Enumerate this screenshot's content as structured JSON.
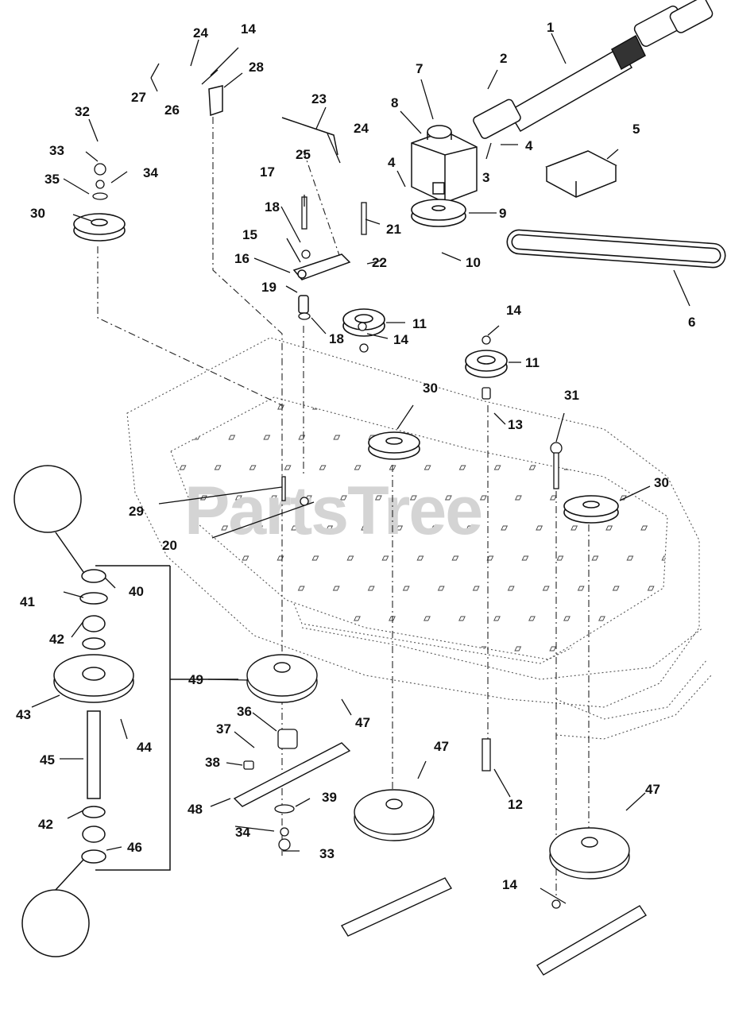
{
  "watermark": "PartsTree",
  "callouts": [
    {
      "id": "c1",
      "text": "1"
    },
    {
      "id": "c2",
      "text": "2"
    },
    {
      "id": "c3",
      "text": "3"
    },
    {
      "id": "c4a",
      "text": "4"
    },
    {
      "id": "c4b",
      "text": "4"
    },
    {
      "id": "c5",
      "text": "5"
    },
    {
      "id": "c6",
      "text": "6"
    },
    {
      "id": "c7",
      "text": "7"
    },
    {
      "id": "c8",
      "text": "8"
    },
    {
      "id": "c9",
      "text": "9"
    },
    {
      "id": "c10",
      "text": "10"
    },
    {
      "id": "c11a",
      "text": "11"
    },
    {
      "id": "c11b",
      "text": "11"
    },
    {
      "id": "c12",
      "text": "12"
    },
    {
      "id": "c13",
      "text": "13"
    },
    {
      "id": "c14a",
      "text": "14"
    },
    {
      "id": "c14b",
      "text": "14"
    },
    {
      "id": "c14c",
      "text": "14"
    },
    {
      "id": "c14d",
      "text": "14"
    },
    {
      "id": "c15",
      "text": "15"
    },
    {
      "id": "c16",
      "text": "16"
    },
    {
      "id": "c17",
      "text": "17"
    },
    {
      "id": "c18a",
      "text": "18"
    },
    {
      "id": "c18b",
      "text": "18"
    },
    {
      "id": "c19",
      "text": "19"
    },
    {
      "id": "c20",
      "text": "20"
    },
    {
      "id": "c21",
      "text": "21"
    },
    {
      "id": "c22",
      "text": "22"
    },
    {
      "id": "c23",
      "text": "23"
    },
    {
      "id": "c24a",
      "text": "24"
    },
    {
      "id": "c24b",
      "text": "24"
    },
    {
      "id": "c25",
      "text": "25"
    },
    {
      "id": "c26",
      "text": "26"
    },
    {
      "id": "c27",
      "text": "27"
    },
    {
      "id": "c28",
      "text": "28"
    },
    {
      "id": "c29",
      "text": "29"
    },
    {
      "id": "c30a",
      "text": "30"
    },
    {
      "id": "c30b",
      "text": "30"
    },
    {
      "id": "c30c",
      "text": "30"
    },
    {
      "id": "c31",
      "text": "31"
    },
    {
      "id": "c32",
      "text": "32"
    },
    {
      "id": "c33a",
      "text": "33"
    },
    {
      "id": "c33b",
      "text": "33"
    },
    {
      "id": "c34a",
      "text": "34"
    },
    {
      "id": "c34b",
      "text": "34"
    },
    {
      "id": "c35",
      "text": "35"
    },
    {
      "id": "c36",
      "text": "36"
    },
    {
      "id": "c37",
      "text": "37"
    },
    {
      "id": "c38",
      "text": "38"
    },
    {
      "id": "c39",
      "text": "39"
    },
    {
      "id": "c40",
      "text": "40"
    },
    {
      "id": "c41",
      "text": "41"
    },
    {
      "id": "c42a",
      "text": "42"
    },
    {
      "id": "c42b",
      "text": "42"
    },
    {
      "id": "c43",
      "text": "43"
    },
    {
      "id": "c44",
      "text": "44"
    },
    {
      "id": "c45",
      "text": "45"
    },
    {
      "id": "c46",
      "text": "46"
    },
    {
      "id": "c47a",
      "text": "47"
    },
    {
      "id": "c47b",
      "text": "47"
    },
    {
      "id": "c47c",
      "text": "47"
    },
    {
      "id": "c48",
      "text": "48"
    },
    {
      "id": "c49",
      "text": "49"
    }
  ]
}
